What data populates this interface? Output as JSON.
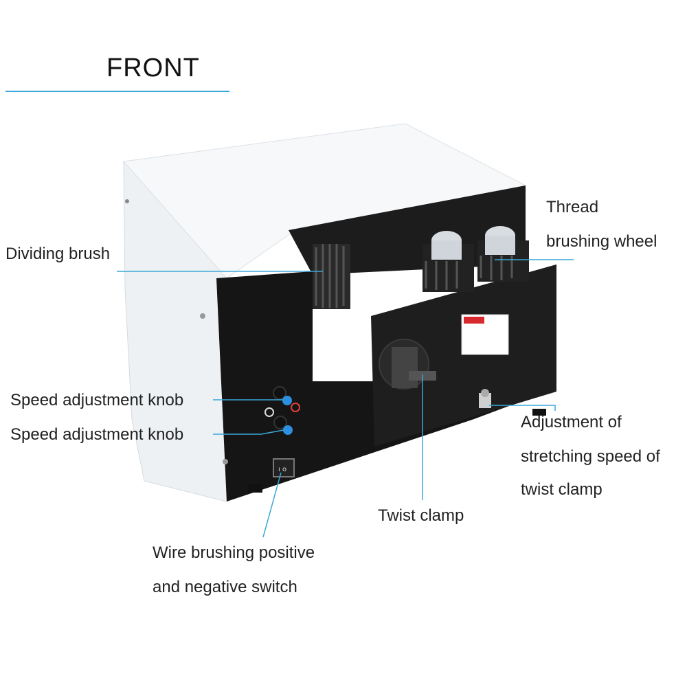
{
  "header": {
    "title": "FRONT"
  },
  "callouts": {
    "dividing_brush": "Dividing brush",
    "thread_wheel_line1": "Thread",
    "thread_wheel_line2": "brushing wheel",
    "speed_knob_1": "Speed adjustment knob",
    "speed_knob_2": "Speed adjustment knob",
    "stretch_line1": "Adjustment of",
    "stretch_line2": "stretching speed of",
    "stretch_line3": "twist clamp",
    "twist_clamp": "Twist clamp",
    "switch_line1": "Wire brushing positive",
    "switch_line2": "and negative switch"
  },
  "colors": {
    "accent": "#3aa7d8",
    "panel": "#141414",
    "housing": "#f4f6f8"
  }
}
